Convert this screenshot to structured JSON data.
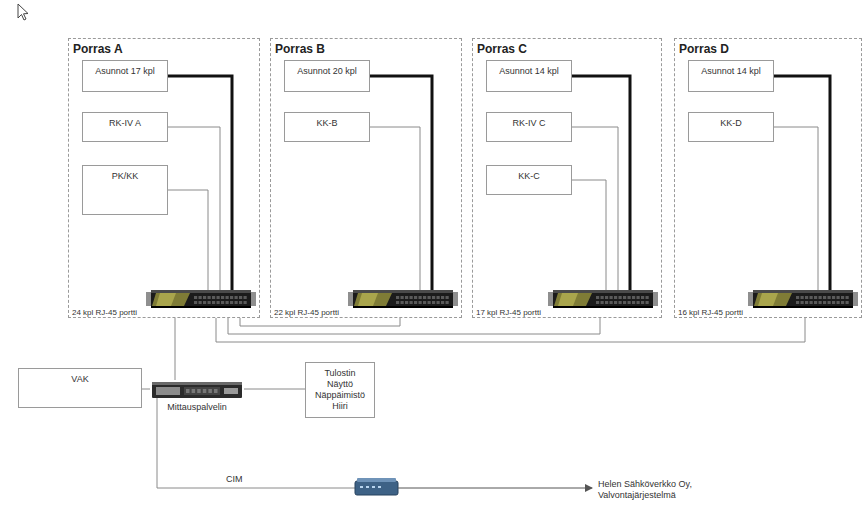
{
  "diagram": {
    "nodes": [
      {
        "text": [
          "Porras A"
        ]
      },
      {
        "text": [
          "Asunnot 17 kpl"
        ],
        "in": 0
      },
      {
        "text": [
          "RK-IV A"
        ],
        "in": 0
      },
      {
        "text": [
          "PK/KK"
        ],
        "in": 0
      },
      {
        "text": [
          "24 kpl RJ-45 portti"
        ],
        "in": 0
      },
      {
        "text": [
          "Porras B"
        ]
      },
      {
        "text": [
          "Asunnot 20 kpl"
        ],
        "in": 5
      },
      {
        "text": [
          "KK-B"
        ],
        "in": 5
      },
      {
        "text": [
          "22 kpl RJ-45 portti"
        ],
        "in": 5
      },
      {
        "text": [
          "Porras C"
        ]
      },
      {
        "text": [
          "Asunnot 14 kpl"
        ],
        "in": 9
      },
      {
        "text": [
          "RK-IV C"
        ],
        "in": 9
      },
      {
        "text": [
          "KK-C"
        ],
        "in": 9
      },
      {
        "text": [
          "17 kpl RJ-45 portti"
        ],
        "in": 9
      },
      {
        "text": [
          "Porras D"
        ]
      },
      {
        "text": [
          "Asunnot 14 kpl"
        ],
        "in": 14
      },
      {
        "text": [
          "KK-D"
        ],
        "in": 14
      },
      {
        "text": [
          "16 kpl RJ-45 portti"
        ],
        "in": 14
      },
      {
        "text": [
          "VAK"
        ]
      },
      {
        "text": [
          "Mittauspalvelin"
        ]
      },
      {
        "text": [
          "Tulostin Näyttö Näppäimistö Hiiri"
        ]
      }
    ],
    "edges": [
      {
        "from": 1,
        "to": 4,
        "arrow": "none"
      },
      {
        "from": 2,
        "to": 4,
        "arrow": "none"
      },
      {
        "from": 3,
        "to": 4,
        "arrow": "none"
      },
      {
        "from": 6,
        "to": 8,
        "arrow": "none"
      },
      {
        "from": 7,
        "to": 8,
        "arrow": "none"
      },
      {
        "from": 10,
        "to": 13,
        "arrow": "none"
      },
      {
        "from": 11,
        "to": 13,
        "arrow": "none"
      },
      {
        "from": 12,
        "to": 13,
        "arrow": "none"
      },
      {
        "from": 15,
        "to": 17,
        "arrow": "none"
      },
      {
        "from": 16,
        "to": 17,
        "arrow": "none"
      },
      {
        "from": 4,
        "to": 8,
        "arrow": "none"
      },
      {
        "from": 4,
        "to": 13,
        "arrow": "none"
      },
      {
        "from": 4,
        "to": 17,
        "arrow": "none"
      },
      {
        "from": 4,
        "to": 19,
        "arrow": "none"
      },
      {
        "from": 18,
        "to": 19,
        "arrow": "none"
      },
      {
        "from": 20,
        "to": 19,
        "arrow": "none"
      }
    ],
    "labels": [
      "CIM",
      "Helen Sähköverkko Oy, Valvontajärjestelmä"
    ]
  }
}
